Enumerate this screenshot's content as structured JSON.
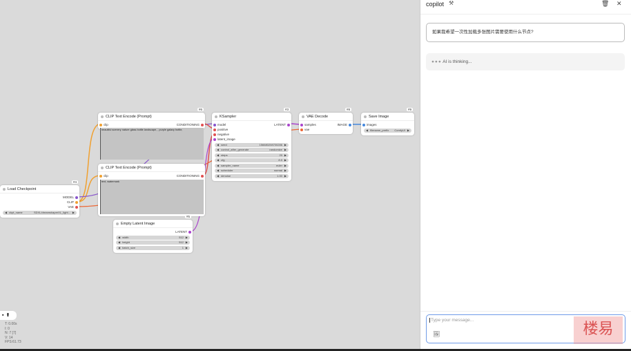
{
  "nodes": [
    {
      "id": "clip-text-encode-positive",
      "title": "CLIP Text Encode (Prompt)",
      "badge": "#6",
      "inputs": [
        {
          "label": "clip",
          "color": "#f0a030"
        }
      ],
      "outputs": [
        {
          "label": "CONDITIONING",
          "color": "#e05050"
        }
      ],
      "text": "beautiful scenery nature glass bottle landscape, , purple galaxy bottle,",
      "widgets": []
    },
    {
      "id": "clip-text-encode-negative",
      "title": "CLIP Text Encode (Prompt)",
      "badge": "",
      "inputs": [
        {
          "label": "clip",
          "color": "#f0a030"
        }
      ],
      "outputs": [
        {
          "label": "CONDITIONING",
          "color": "#e05050"
        }
      ],
      "text": "text, watermark",
      "widgets": []
    },
    {
      "id": "ksampler",
      "title": "KSampler",
      "badge": "#3",
      "inputs": [
        {
          "label": "model",
          "color": "#8855cc"
        },
        {
          "label": "positive",
          "color": "#e05050"
        },
        {
          "label": "negative",
          "color": "#e05050"
        },
        {
          "label": "latent_image",
          "color": "#aa44cc"
        }
      ],
      "outputs": [
        {
          "label": "LATENT",
          "color": "#aa44cc"
        }
      ],
      "widgets": [
        {
          "name": "seed",
          "value": "156680208700286"
        },
        {
          "name": "control_after_generate",
          "value": "randomize"
        },
        {
          "name": "steps",
          "value": "20"
        },
        {
          "name": "cfg",
          "value": "8.0"
        },
        {
          "name": "sampler_name",
          "value": "euler"
        },
        {
          "name": "scheduler",
          "value": "normal"
        },
        {
          "name": "denoise",
          "value": "1.00"
        }
      ]
    },
    {
      "id": "vae-decode",
      "title": "VAE Decode",
      "badge": "#8",
      "inputs": [
        {
          "label": "samples",
          "color": "#aa44cc"
        },
        {
          "label": "vae",
          "color": "#ee6633"
        }
      ],
      "outputs": [
        {
          "label": "IMAGE",
          "color": "#4488dd"
        }
      ],
      "widgets": []
    },
    {
      "id": "save-image",
      "title": "Save Image",
      "badge": "#9",
      "inputs": [
        {
          "label": "images",
          "color": "#4488dd"
        }
      ],
      "outputs": [],
      "widgets": [
        {
          "name": "filename_prefix",
          "value": "ComfyUI"
        }
      ]
    },
    {
      "id": "load-checkpoint",
      "title": "Load Checkpoint",
      "badge": "#4",
      "inputs": [],
      "outputs": [
        {
          "label": "MODEL",
          "color": "#8855cc"
        },
        {
          "label": "CLIP",
          "color": "#f0a030"
        },
        {
          "label": "VAE",
          "color": "#e05050"
        }
      ],
      "widgets": [
        {
          "name": "ckpt_name",
          "value": "SDXL/dreamshaperXL_light..."
        }
      ]
    },
    {
      "id": "empty-latent-image",
      "title": "Empty Latent Image",
      "badge": "#5",
      "inputs": [],
      "outputs": [
        {
          "label": "LATENT",
          "color": "#aa44cc"
        }
      ],
      "widgets": [
        {
          "name": "width",
          "value": "512"
        },
        {
          "name": "height",
          "value": "512"
        },
        {
          "name": "batch_size",
          "value": "1"
        }
      ]
    }
  ],
  "stats": [
    "T: 0.00s",
    "I: 0",
    "N: 7 [7]",
    "V: 14",
    "FPS:61.73"
  ],
  "panel": {
    "title": "copilot",
    "user_message": "如果我希望一次性加载多张图片需要使用什么节点?",
    "thinking": "AI is thinking...",
    "input_placeholder": "Type your message...",
    "stamp_text": "楼易"
  }
}
